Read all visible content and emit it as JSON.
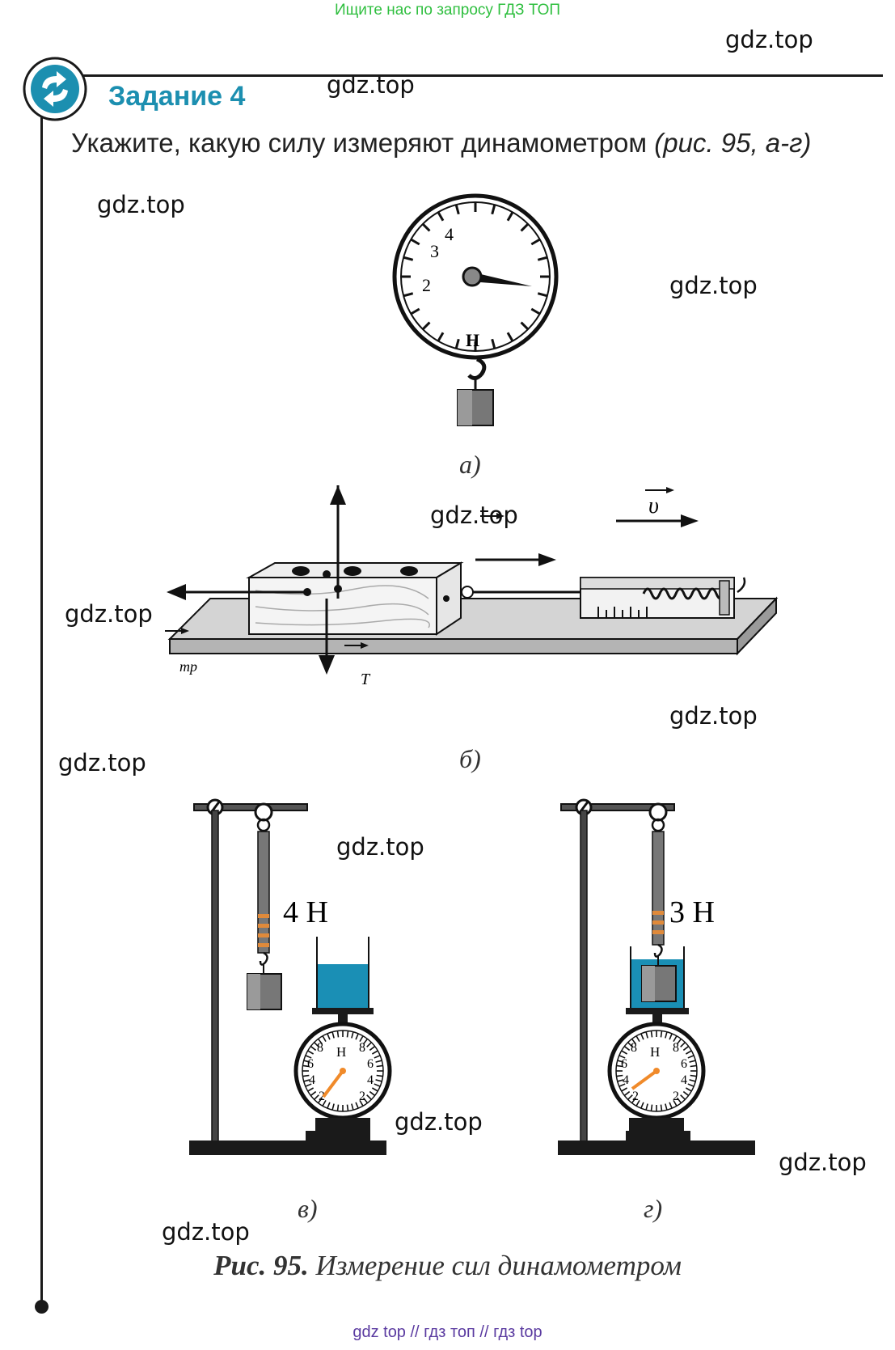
{
  "banner": "Ищите нас по запросу ГДЗ ТОП",
  "watermarks": [
    "gdz.top",
    "gdz.top",
    "gdz.top",
    "gdz.top",
    "gdz.top",
    "gdz.top",
    "gdz.top",
    "gdz.top",
    "gdz.top",
    "gdz.top",
    "gdz.top",
    "gdz.top"
  ],
  "task": {
    "title": "Задание 4",
    "question_main": "Укажите, какую силу измеряют динамометром",
    "question_ref": "(рис. 95, а-г)"
  },
  "figure_a": {
    "caption": "а)",
    "dial_labels": [
      "2",
      "3",
      "4"
    ],
    "unit": "Н"
  },
  "figure_b": {
    "caption": "б)",
    "velocity_label": "υ",
    "sub_tr": "тр",
    "sub_t": "Т"
  },
  "figure_v": {
    "caption": "в)",
    "reading": "4 Н",
    "unit": "Н",
    "dial_labels": [
      "8",
      "6",
      "4",
      "2",
      "8",
      "6",
      "4",
      "2"
    ]
  },
  "figure_g": {
    "caption": "г)",
    "reading": "3 Н",
    "unit": "Н",
    "dial_labels": [
      "8",
      "6",
      "4",
      "2",
      "8",
      "6",
      "4",
      "2"
    ]
  },
  "figure_caption": {
    "number": "Рис. 95.",
    "text": "Измерение сил динамометром"
  },
  "footer": "gdz top  //  гдз топ  //  гдз top",
  "colors": {
    "accent": "#1c8fb0",
    "banner": "#2fbf3f",
    "water": "#1a8fb5",
    "needle": "#f08a2a",
    "footer": "#5a3aa0"
  }
}
